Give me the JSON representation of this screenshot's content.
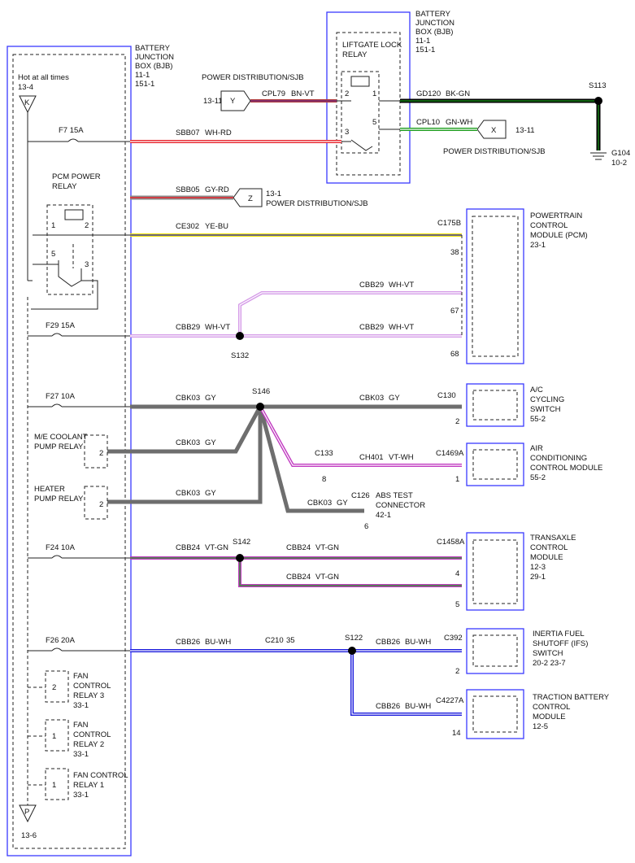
{
  "bjb_left": {
    "title": [
      "BATTERY",
      "JUNCTION",
      "BOX (BJB)",
      "11-1",
      "151-1"
    ]
  },
  "bjb_top": {
    "title": [
      "BATTERY",
      "JUNCTION",
      "BOX (BJB)",
      "11-1",
      "151-1"
    ]
  },
  "hot": {
    "label": "Hot at all times",
    "ref": "13-4",
    "tag": "K"
  },
  "p_connector": {
    "tag": "P",
    "ref": "13-6"
  },
  "liftgate_relay": {
    "title": [
      "LIFTGATE LOCK",
      "RELAY"
    ],
    "pins": [
      "2",
      "1",
      "5",
      "3"
    ]
  },
  "pcm_relay": {
    "title": [
      "PCM POWER",
      "RELAY"
    ],
    "pins": [
      "1",
      "2",
      "5",
      "3"
    ]
  },
  "fuses": [
    "F7  15A",
    "F29  15A",
    "F27  10A",
    "F24  10A",
    "F26  20A"
  ],
  "relays": {
    "me_coolant": {
      "label": [
        "M/E COOLANT",
        "PUMP RELAY"
      ],
      "pin": "2"
    },
    "heater": {
      "label": [
        "HEATER",
        "PUMP RELAY"
      ],
      "pin": "2"
    },
    "fan3": {
      "label": [
        "FAN",
        "CONTROL",
        "RELAY 3",
        "33-1"
      ],
      "pin": "2"
    },
    "fan2": {
      "label": [
        "FAN",
        "CONTROL",
        "RELAY 2",
        "33-1"
      ],
      "pin": "1"
    },
    "fan1": {
      "label": [
        "FAN CONTROL",
        "RELAY 1",
        "33-1"
      ],
      "pin": "1"
    }
  },
  "circuits": [
    {
      "id": "cpl79",
      "name": "CPL79",
      "color": "BN-VT"
    },
    {
      "id": "gd120",
      "name": "GD120",
      "color": "BK-GN"
    },
    {
      "id": "cpl10",
      "name": "CPL10",
      "color": "GN-WH"
    },
    {
      "id": "sbb07",
      "name": "SBB07",
      "color": "WH-RD"
    },
    {
      "id": "sbb05",
      "name": "SBB05",
      "color": "GY-RD"
    },
    {
      "id": "ce302",
      "name": "CE302",
      "color": "YE-BU"
    },
    {
      "id": "cbb29a",
      "name": "CBB29",
      "color": "WH-VT"
    },
    {
      "id": "cbb29b",
      "name": "CBB29",
      "color": "WH-VT"
    },
    {
      "id": "cbb29c",
      "name": "CBB29",
      "color": "WH-VT"
    },
    {
      "id": "cbk03a",
      "name": "CBK03",
      "color": "GY"
    },
    {
      "id": "cbk03b",
      "name": "CBK03",
      "color": "GY"
    },
    {
      "id": "cbk03c",
      "name": "CBK03",
      "color": "GY"
    },
    {
      "id": "cbk03d",
      "name": "CBK03",
      "color": "GY"
    },
    {
      "id": "cbk03e",
      "name": "CBK03",
      "color": "GY"
    },
    {
      "id": "ch401",
      "name": "CH401",
      "color": "VT-WH"
    },
    {
      "id": "cbb24a",
      "name": "CBB24",
      "color": "VT-GN"
    },
    {
      "id": "cbb24b",
      "name": "CBB24",
      "color": "VT-GN"
    },
    {
      "id": "cbb24c",
      "name": "CBB24",
      "color": "VT-GN"
    },
    {
      "id": "cbb26a",
      "name": "CBB26",
      "color": "BU-WH"
    },
    {
      "id": "cbb26b",
      "name": "CBB26",
      "color": "BU-WH"
    },
    {
      "id": "cbb26c",
      "name": "CBB26",
      "color": "BU-WH"
    }
  ],
  "splices": {
    "s113": "S113",
    "s132": "S132",
    "s146": "S146",
    "s142": "S142",
    "s122": "S122"
  },
  "grounds": {
    "g104": [
      "G104",
      "10-2"
    ]
  },
  "pd_connectors": {
    "y": {
      "tag": "Y",
      "ref": "13-11",
      "label": "POWER DISTRIBUTION/SJB"
    },
    "x": {
      "tag": "X",
      "ref": "13-11",
      "label": "POWER DISTRIBUTION/SJB"
    },
    "z": {
      "tag": "Z",
      "ref": "13-1",
      "label": "POWER DISTRIBUTION/SJB"
    }
  },
  "connectors": {
    "c175b": "C175B",
    "c130": "C130",
    "c133": "C133",
    "c1469a": "C1469A",
    "c126": "C126",
    "c1458a": "C1458A",
    "c210": "C210",
    "c210_pin": "35",
    "c392": "C392",
    "c4227a": "C4227A"
  },
  "pins": {
    "pcm_38": "38",
    "pcm_67": "67",
    "pcm_68": "68",
    "ac_switch": "2",
    "c133": "8",
    "ac_module": "1",
    "abs": "6",
    "tcm_4": "4",
    "tcm_5": "5",
    "ifs": "2",
    "tbcm": "14"
  },
  "modules": {
    "pcm": [
      "POWERTRAIN",
      "CONTROL",
      "MODULE (PCM)",
      "23-1"
    ],
    "ac_switch": [
      "A/C",
      "CYCLING",
      "SWITCH",
      "55-2"
    ],
    "ac_module": [
      "AIR",
      "CONDITIONING",
      "CONTROL MODULE",
      "55-2"
    ],
    "abs": [
      "ABS TEST",
      "CONNECTOR",
      "42-1"
    ],
    "tcm": [
      "TRANSAXLE",
      "CONTROL",
      "MODULE",
      "12-3",
      "29-1"
    ],
    "ifs": [
      "INERTIA FUEL",
      "SHUTOFF (IFS)",
      "SWITCH",
      "20-2  23-7"
    ],
    "tbcm": [
      "TRACTION BATTERY",
      "CONTROL",
      "MODULE",
      "12-5"
    ]
  },
  "colors": {
    "block_blue": "#3a3aff",
    "red": "#e8242c",
    "brown_violet": "#b23a3a",
    "black": "#000000",
    "green": "#1e9e1e",
    "gray_red": "#8a3a3a",
    "yellow": "#f2e600",
    "white_violet": "#d59be8",
    "gray": "#6e6e6e",
    "violet": "#c03ac0",
    "blue": "#1c1cdc"
  }
}
